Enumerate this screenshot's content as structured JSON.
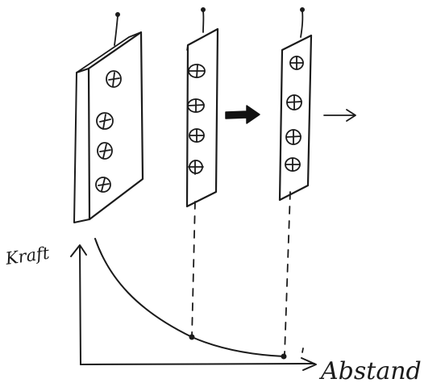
{
  "labels": {
    "y_axis": "Kraft",
    "x_axis": "Abstand"
  },
  "plates": [
    {
      "name": "charged-plate-fixed",
      "charges": [
        "+",
        "+",
        "+",
        "+"
      ]
    },
    {
      "name": "charged-plate-middle",
      "charges": [
        "+",
        "+",
        "+",
        "+"
      ]
    },
    {
      "name": "charged-plate-moving",
      "charges": [
        "+",
        "+",
        "+",
        "+"
      ]
    }
  ],
  "arrows": [
    {
      "name": "thick-push-arrow",
      "style": "bold"
    },
    {
      "name": "thin-motion-arrow",
      "style": "thin"
    }
  ],
  "curve": {
    "description_shape": "inverse-decay",
    "marked_points": 2
  },
  "colors": {
    "ink": "#1b1b1b",
    "background": "#ffffff"
  }
}
